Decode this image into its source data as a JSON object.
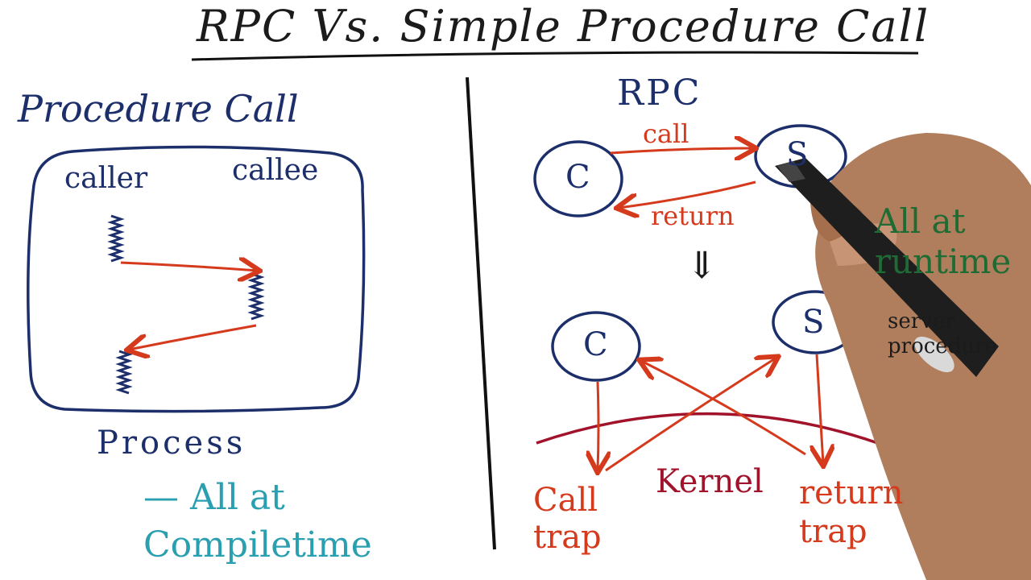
{
  "title": "RPC Vs. Simple Procedure Call",
  "left": {
    "heading": "Procedure Call",
    "caller_label": "caller",
    "callee_label": "callee",
    "process_label": "Process",
    "note": "— All at Compiletime"
  },
  "right": {
    "heading": "RPC",
    "top": {
      "client_label": "C",
      "server_label": "S",
      "call_label": "call",
      "return_label": "return"
    },
    "implies": "⇓",
    "bottom": {
      "client_label": "C",
      "server_label": "S",
      "server_note": "server procedure",
      "kernel_label": "Kernel",
      "call_trap_label": "Call trap",
      "return_trap_label": "return trap"
    },
    "note": "All at runtime"
  },
  "colors": {
    "navy": "#1d2f6b",
    "red": "#d53a1d",
    "teal": "#2a9fb0",
    "maroon": "#a1122b",
    "green": "#1f6b34",
    "skin": "#b07e5c",
    "pen": "#1e1e1e"
  },
  "icons": {
    "pen": "hand-holding-pen",
    "stack": "squiggle-stack-icon"
  }
}
